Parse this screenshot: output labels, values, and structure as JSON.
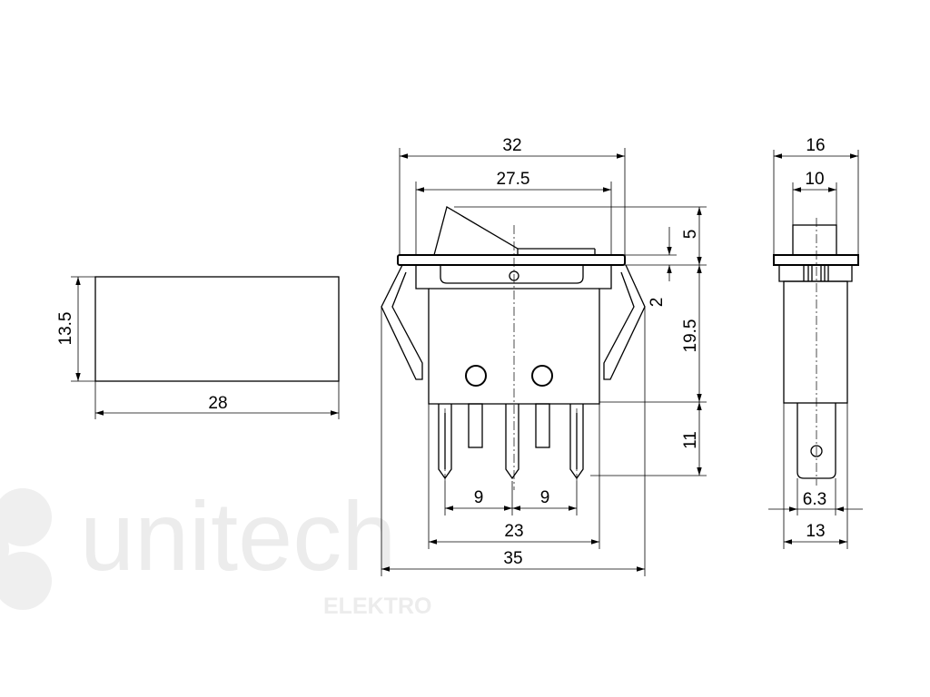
{
  "watermark": {
    "brand": "unitech",
    "sub": "ELEKTRO"
  },
  "dimensions": {
    "front_width": "28",
    "front_height": "13.5",
    "overall_top": "32",
    "inner_top": "27.5",
    "rocker_height": "5",
    "flange": "2",
    "body_height": "19.5",
    "terminal_length": "11",
    "pitch_left": "9",
    "pitch_right": "9",
    "terminal_span": "23",
    "overall_bottom": "35",
    "side_top": "16",
    "side_inner": "10",
    "tab_width": "6.3",
    "side_body": "13"
  }
}
